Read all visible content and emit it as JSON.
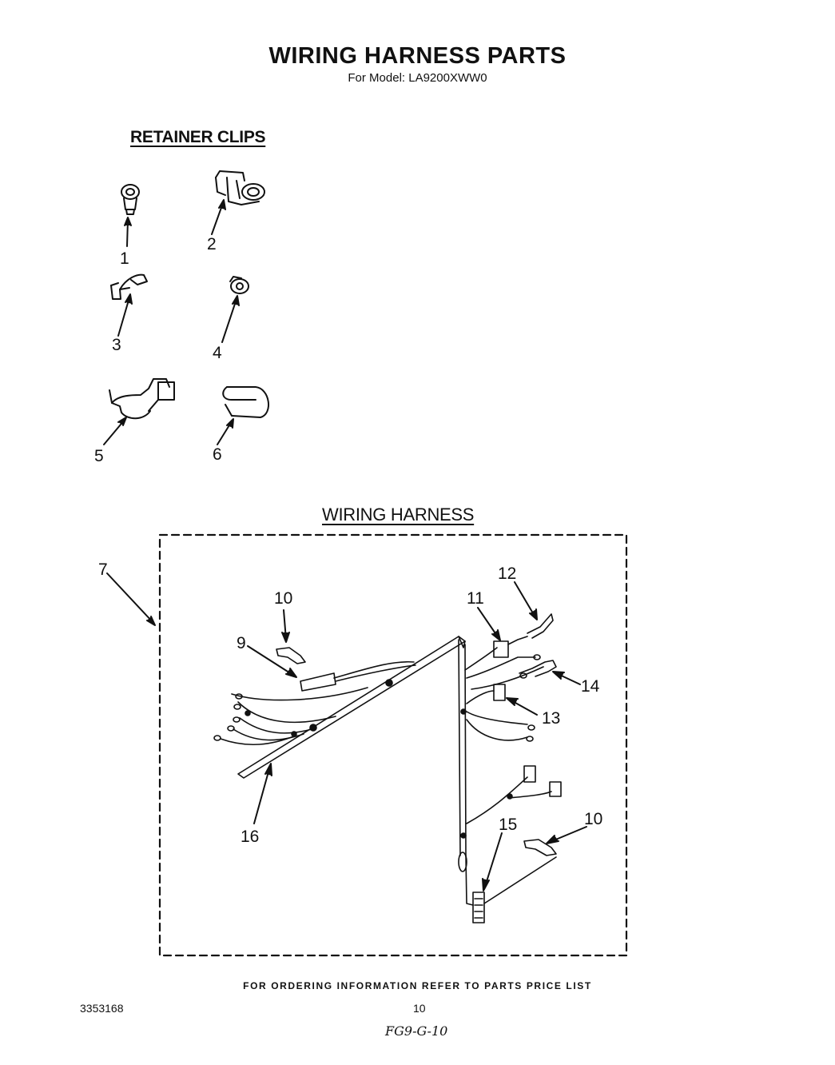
{
  "title": "WIRING HARNESS PARTS",
  "subtitle": "For Model: LA9200XWW0",
  "sections": {
    "retainer_clips": "RETAINER CLIPS",
    "wiring_harness": "WIRING HARNESS"
  },
  "callouts": {
    "c1": "1",
    "c2": "2",
    "c3": "3",
    "c4": "4",
    "c5": "5",
    "c6": "6",
    "c7": "7",
    "c9": "9",
    "c10a": "10",
    "c10b": "10",
    "c11": "11",
    "c12": "12",
    "c13": "13",
    "c14": "14",
    "c15": "15",
    "c16": "16"
  },
  "footer": {
    "order_note": "FOR ORDERING INFORMATION REFER TO PARTS PRICE LIST",
    "doc_number": "3353168",
    "page_number": "10",
    "handwriting": "FG9-G-10"
  }
}
